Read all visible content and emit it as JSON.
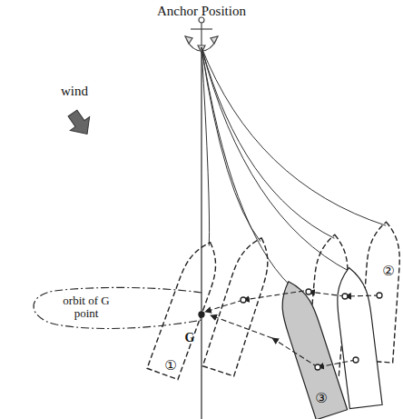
{
  "diagram": {
    "labels": [
      "Anchor Position",
      "wind",
      "orbit of G point",
      "G",
      "①",
      "②",
      "③"
    ]
  }
}
